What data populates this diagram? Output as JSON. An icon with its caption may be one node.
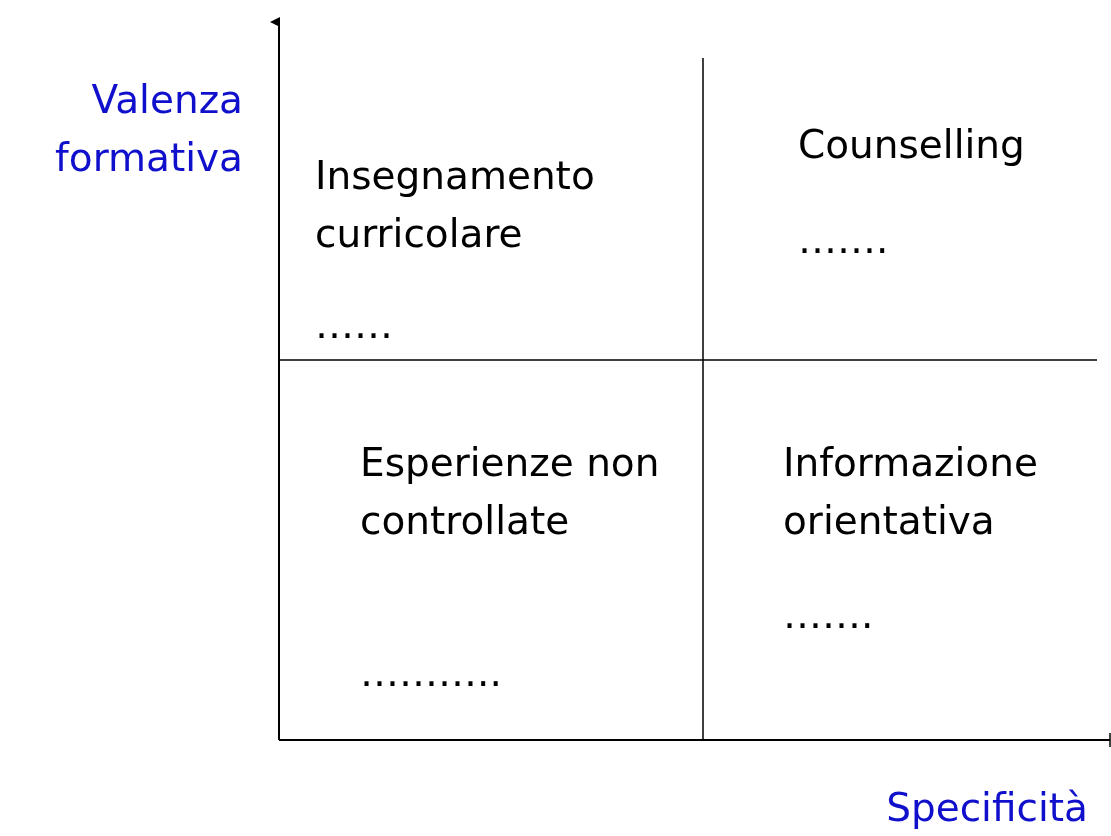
{
  "diagram": {
    "labels": [
      "Valenza formativa",
      "Insegnamento curricolare",
      "……",
      "Counselling",
      "…….",
      "Esperienze non controllate",
      "………..",
      "Informazione orientativa",
      "…….",
      "Specificità"
    ]
  }
}
